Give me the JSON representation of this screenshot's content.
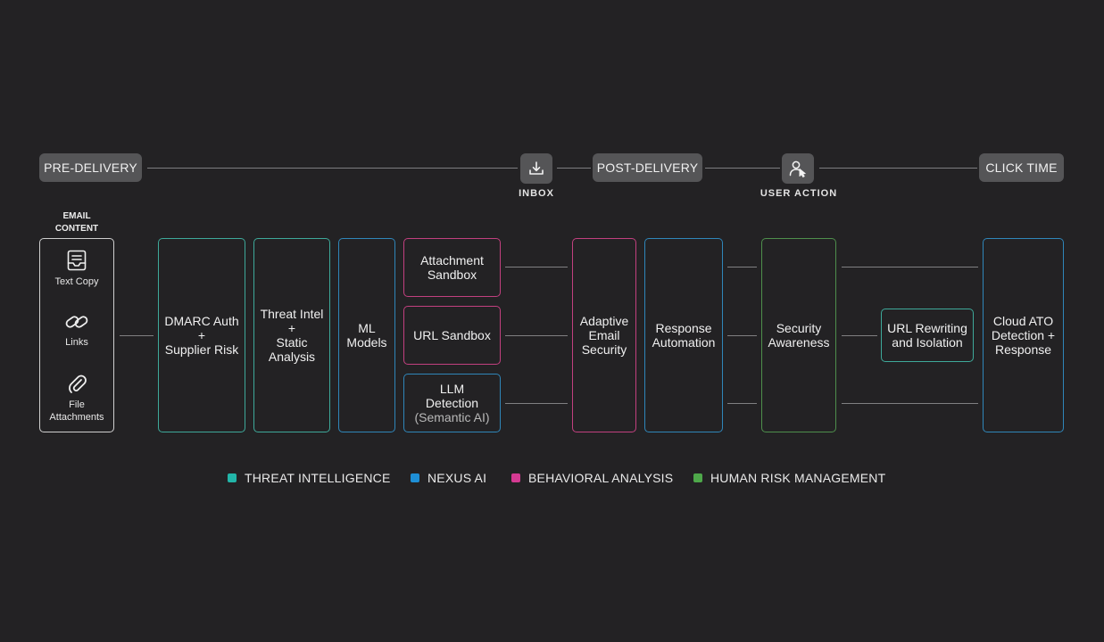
{
  "timeline": {
    "pre_delivery": "PRE-DELIVERY",
    "inbox": "INBOX",
    "post_delivery": "POST-DELIVERY",
    "user_action": "USER ACTION",
    "click_time": "CLICK TIME",
    "inbox_icon": "inbox-download-icon",
    "user_action_icon": "user-cursor-icon"
  },
  "email_content": {
    "title_line1": "EMAIL",
    "title_line2": "CONTENT",
    "items": [
      {
        "label": "Text Copy",
        "icon": "document-icon"
      },
      {
        "label": "Links",
        "icon": "link-icon"
      },
      {
        "label_line1": "File",
        "label_line2": "Attachments",
        "icon": "paperclip-icon"
      }
    ]
  },
  "boxes": {
    "dmarc": "DMARC Auth\n+\nSupplier Risk",
    "threat_intel": "Threat Intel\n+\nStatic\nAnalysis",
    "ml_models": "ML\nModels",
    "attachment_sandbox": "Attachment\nSandbox",
    "url_sandbox": "URL Sandbox",
    "llm_detection": "LLM\nDetection",
    "llm_detection_sub": "(Semantic AI)",
    "adaptive_email": "Adaptive\nEmail\nSecurity",
    "response_automation": "Response\nAutomation",
    "security_awareness": "Security\nAwareness",
    "url_rewriting": "URL Rewriting\nand Isolation",
    "cloud_ato": "Cloud ATO\nDetection +\nResponse"
  },
  "legend": [
    {
      "label": "THREAT INTELLIGENCE",
      "color": "#22b5a8"
    },
    {
      "label": "NEXUS AI",
      "color": "#1e8fd6"
    },
    {
      "label": "BEHAVIORAL ANALYSIS",
      "color": "#d43a92"
    },
    {
      "label": "HUMAN RISK MANAGEMENT",
      "color": "#4ea84a"
    }
  ]
}
